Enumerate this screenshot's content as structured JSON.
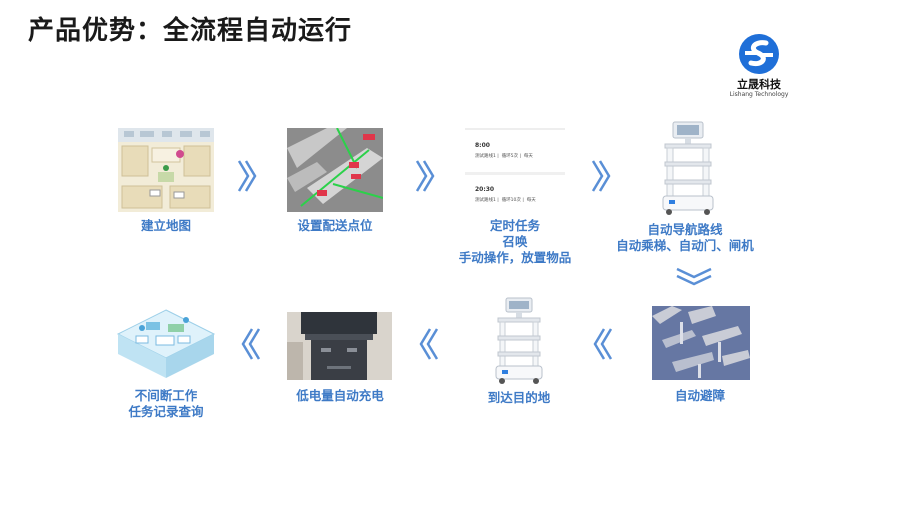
{
  "title": "产品优势：全流程自动运行",
  "logo": {
    "name_cn": "立晟科技",
    "name_en": "Lishang Technology"
  },
  "colors": {
    "accent": "#3e7ac6",
    "arrow": "#5a8fd6",
    "title": "#1a1a1a"
  },
  "steps": [
    {
      "label": "建立地图"
    },
    {
      "label": "设置配送点位"
    },
    {
      "label": "定时任务",
      "label2": "召唤",
      "label3": "手动操作，放置物品",
      "schedule": [
        {
          "time": "8:00",
          "task": "测试路线1",
          "loop": "循环5次",
          "freq": "每天"
        },
        {
          "time": "20:30",
          "task": "测试路线1",
          "loop": "循环10次",
          "freq": "每天"
        }
      ]
    },
    {
      "label": "自动导航路线",
      "label2": "自动乘梯、自动门、闸机"
    },
    {
      "label": "自动避障"
    },
    {
      "label": "到达目的地"
    },
    {
      "label": "低电量自动充电"
    },
    {
      "label": "不间断工作",
      "label2": "任务记录查询"
    }
  ]
}
